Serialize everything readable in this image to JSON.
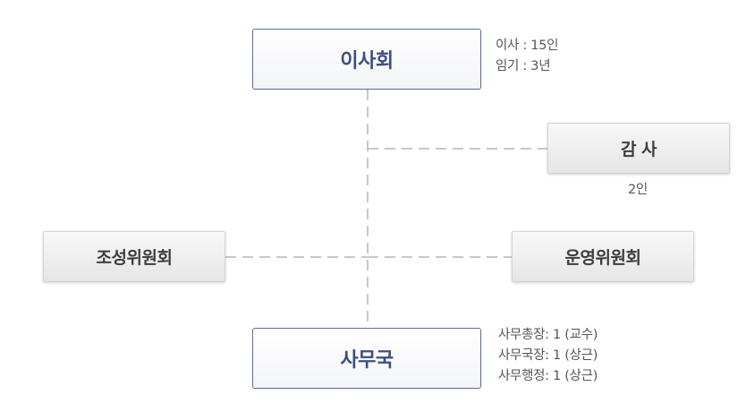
{
  "board": {
    "label": "이사회",
    "notes": [
      "이사 : 15인",
      "임기 : 3년"
    ]
  },
  "auditor": {
    "label": "감 사",
    "note": "2인"
  },
  "founding_committee": {
    "label": "조성위원회"
  },
  "operating_committee": {
    "label": "운영위원회"
  },
  "secretariat": {
    "label": "사무국",
    "notes": [
      "사무총장: 1 (교수)",
      "사무국장: 1 (상근)",
      "사무행정: 1 (상근)"
    ]
  },
  "colors": {
    "primary_border": "#5d6d9e",
    "primary_text": "#3d4f80",
    "secondary_text": "#3d3d3d",
    "connector": "#c8c8c8",
    "note_text": "#555555"
  }
}
